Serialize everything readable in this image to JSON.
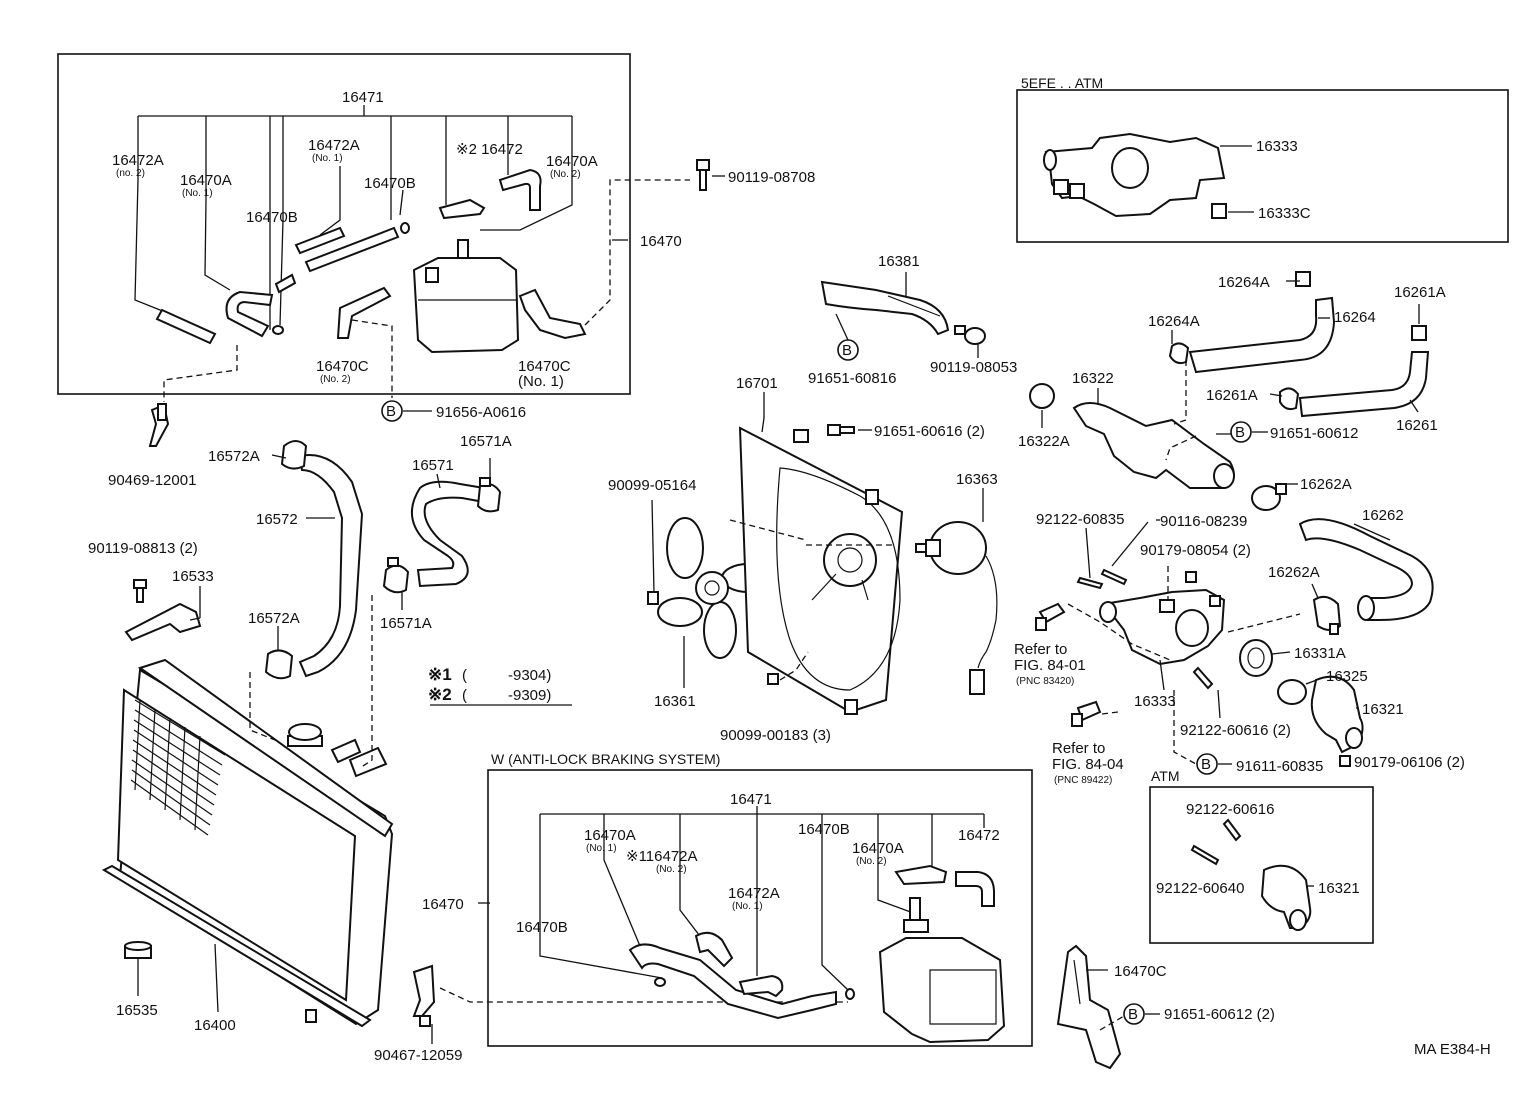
{
  "boxes": {
    "top_left": "",
    "efe": "5EFE . . ATM",
    "abs": "W (ANTI-LOCK BRAKING SYSTEM)",
    "atm": "ATM"
  },
  "labels": {
    "l16471_top": "16471",
    "l16472A_no2": "16472A",
    "l16472A_no2_sub": "(no. 2)",
    "l16472A_no1": "16472A",
    "l16472A_no1_sub": "(No. 1)",
    "l16470A_no1": "16470A",
    "l16470A_no1_sub": "(No. 1)",
    "l16470B_a": "16470B",
    "l16470B_b": "16470B",
    "l16472_top": "※2 16472",
    "l16470A_no2": "16470A",
    "l16470A_no2_sub": "(No. 2)",
    "l16470C_no2": "16470C",
    "l16470C_no2_sub": "(No. 2)",
    "l16470C_no1": "16470C",
    "l16470C_no1_sub": "(No. 1)",
    "l16470_top": "16470",
    "l90119_08708": "90119-08708",
    "l91656": "91656-A0616",
    "l90469": "90469-12001",
    "l16572A_top": "16572A",
    "l16572": "16572",
    "l16571": "16571",
    "l16571A_top": "16571A",
    "l16571A_bot": "16571A",
    "l90119_08813": "90119-08813 (2)",
    "l16533": "16533",
    "l16572A_bot": "16572A",
    "note1_mark": "※1",
    "note1_paren": "(",
    "note1": "-9304)",
    "note2_mark": "※2",
    "note2_paren": "(",
    "note2": "-9309)",
    "l16381": "16381",
    "l91651_60816": "91651-60816",
    "l90119_08053": "90119-08053",
    "l16701": "16701",
    "l91651_60616": "91651-60616 (2)",
    "l90099_05164": "90099-05164",
    "l16363": "16363",
    "l16361": "16361",
    "l90099_00183": "90099-00183 (3)",
    "l16333_efe": "16333",
    "l16333C": "16333C",
    "l16264A_a": "16264A",
    "l16264A_b": "16264A",
    "l16264": "16264",
    "l16261A_a": "16261A",
    "l16261A_b": "16261A",
    "l16261": "16261",
    "l16322": "16322",
    "l16322A": "16322A",
    "l91651_60612_a": "91651-60612",
    "l16262A_a": "16262A",
    "l16262": "16262",
    "l92122_60835": "92122-60835",
    "l90116_08239": "90116-08239",
    "l90179_08054": "90179-08054 (2)",
    "l16262A_b": "16262A",
    "l16331A": "16331A",
    "l16325": "16325",
    "l16321": "16321",
    "l16333": "16333",
    "l92122_60616a": "92122-60616 (2)",
    "l90179_06106": "90179-06106 (2)",
    "l91611_60835": "91611-60835",
    "refer1": "Refer to",
    "refer1b": "FIG. 84-01",
    "refer1_pnc": "(PNC 83420)",
    "refer2": "Refer to",
    "refer2b": "FIG. 84-04",
    "refer2_pnc": "(PNC 89422)",
    "l92122_60616b": "92122-60616",
    "l92122_60640": "92122-60640",
    "l16321_atm": "16321",
    "l16470C_bot": "16470C",
    "l91651_60612_b": "91651-60612 (2)",
    "l16535": "16535",
    "l16400": "16400",
    "l90467": "90467-12059",
    "l16471_abs": "16471",
    "l16470A_abs_no1": "16470A",
    "l16470A_abs_no1_sub": "(No. 1)",
    "l116472A_abs": "※116472A",
    "l116472A_abs_sub": "(No. 2)",
    "l16470B_abs": "16470B",
    "l16470A_abs_no2": "16470A",
    "l16470A_abs_no2_sub": "(No. 2)",
    "l16472_abs": "16472",
    "l16470_abs": "16470",
    "l16470B_abs2": "16470B",
    "l16472A_abs_no1": "16472A",
    "l16472A_abs_no1_sub": "(No. 1)",
    "code": "MA E384-H",
    "b_mark": "B"
  }
}
